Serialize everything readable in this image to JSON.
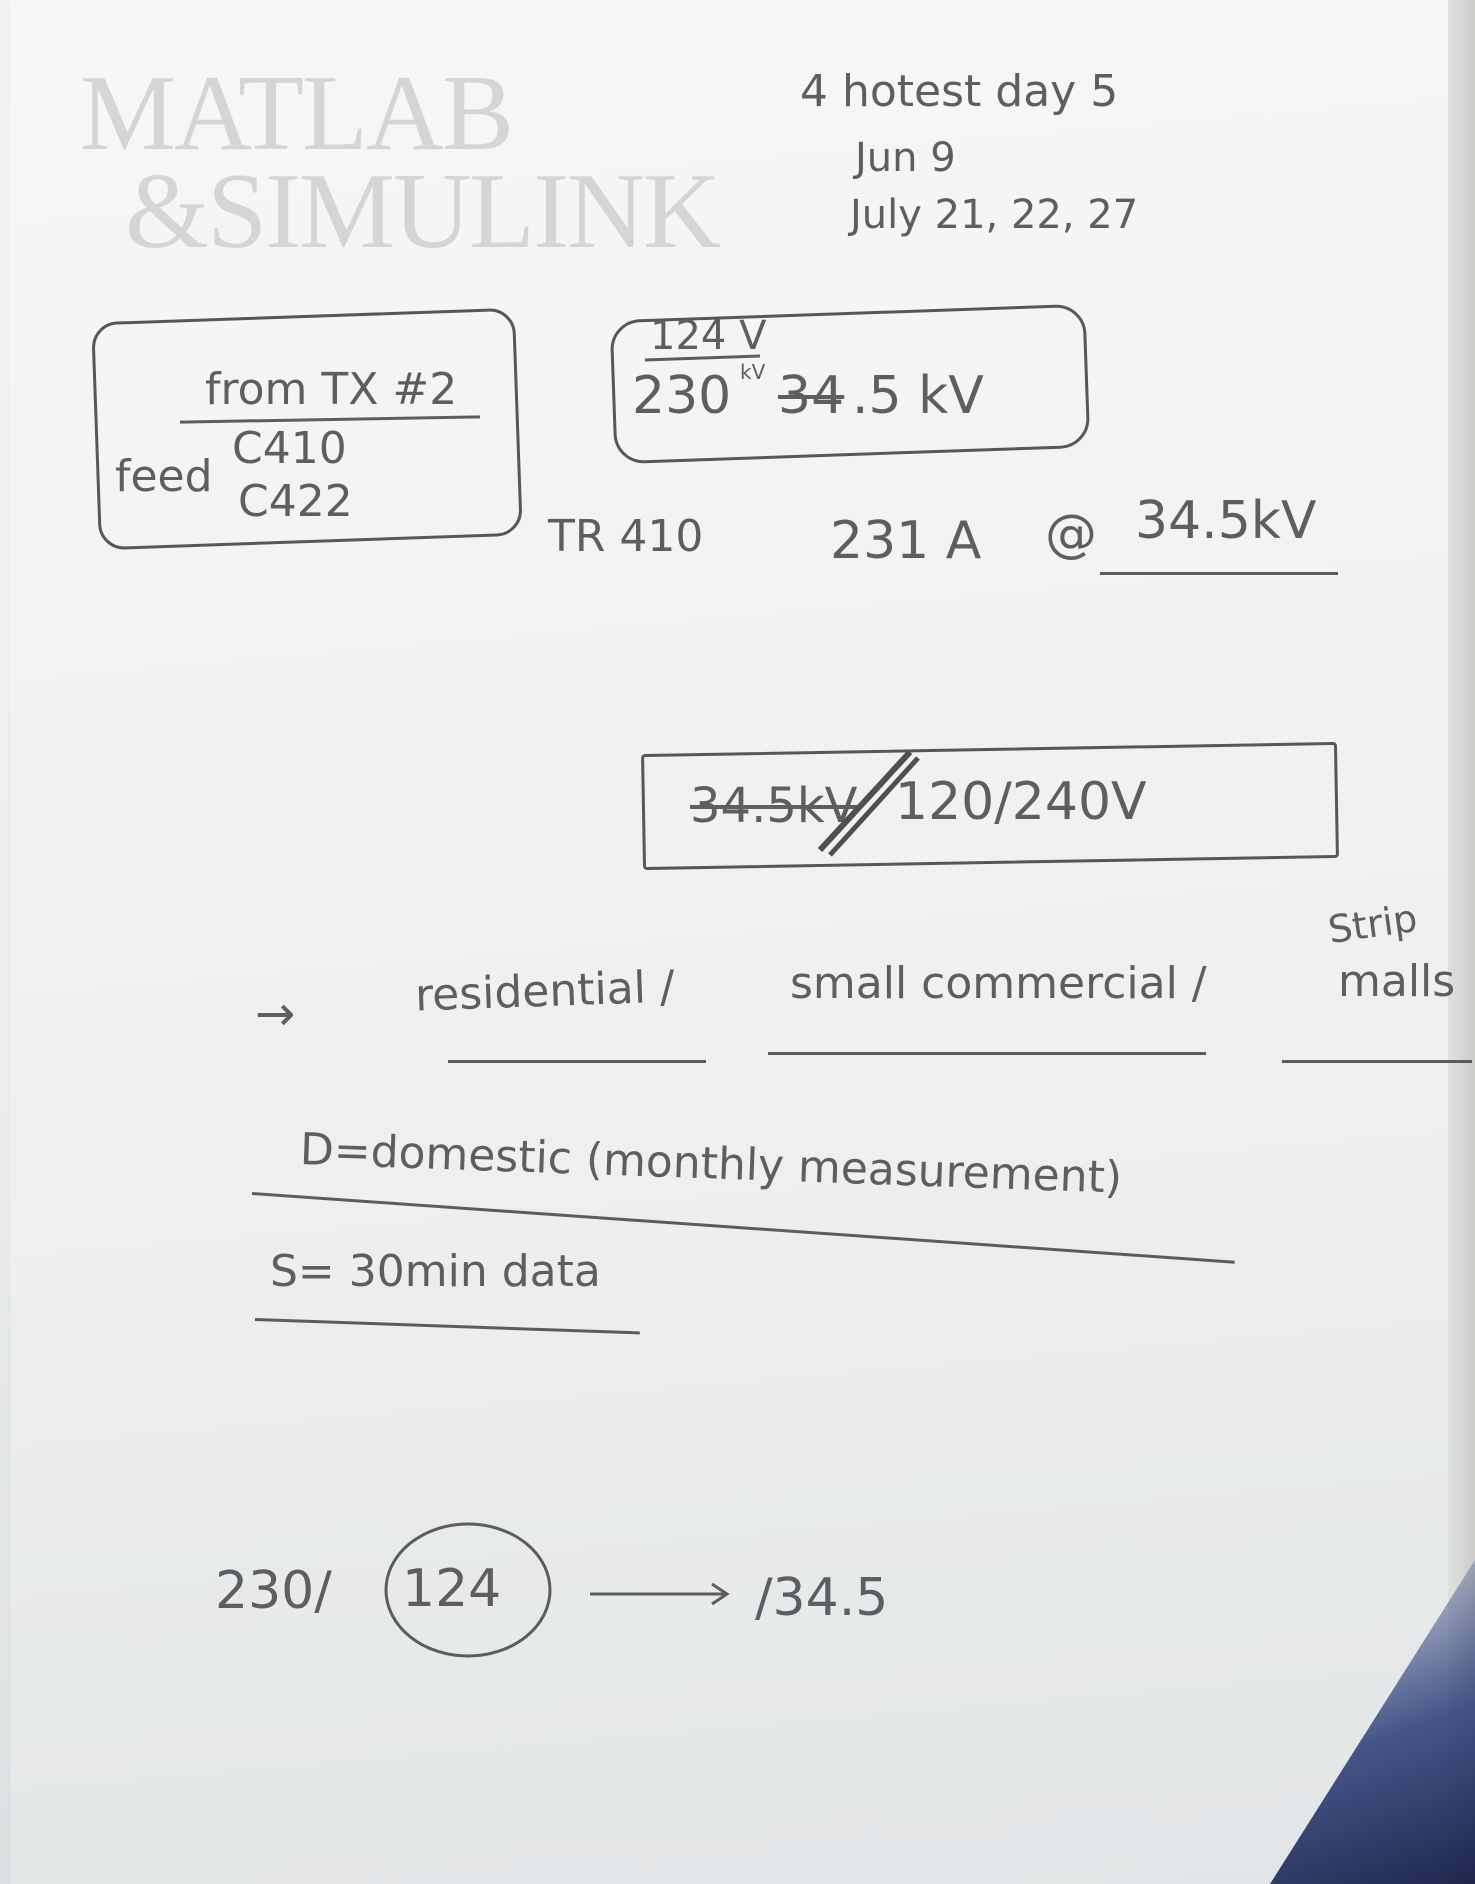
{
  "watermark": {
    "line1": "MATLAB",
    "line2": "&SIMULINK"
  },
  "top_note": {
    "line1": "4 hotest day 5",
    "line2": "Jun 9",
    "line3": "July 21, 22, 27"
  },
  "from_box": {
    "title": "from TX #2",
    "feed_label": "feed",
    "feed1": "C410",
    "feed2": "C422"
  },
  "voltage_box": {
    "top": "124 V",
    "superscript": "kV",
    "main_prefix": "230",
    "main_struck": "34",
    "main_suffix": ".5 kV"
  },
  "transformer": {
    "label": "TR 410"
  },
  "current_note": {
    "current": "231 A",
    "at": "@",
    "voltage": "34.5kV"
  },
  "secondary_box": {
    "struck": "34.5kV",
    "value": "120/240V"
  },
  "load_types": {
    "arrow": "→",
    "residential": "residential /",
    "small_commercial": "small commercial /",
    "strip": "Strip",
    "malls": "malls"
  },
  "legend": {
    "d_line": "D=domestic (monthly measurement)",
    "s_line": "S= 30min data"
  },
  "bottom_chain": {
    "left": "230/",
    "circled": "124",
    "right": "/34.5"
  }
}
